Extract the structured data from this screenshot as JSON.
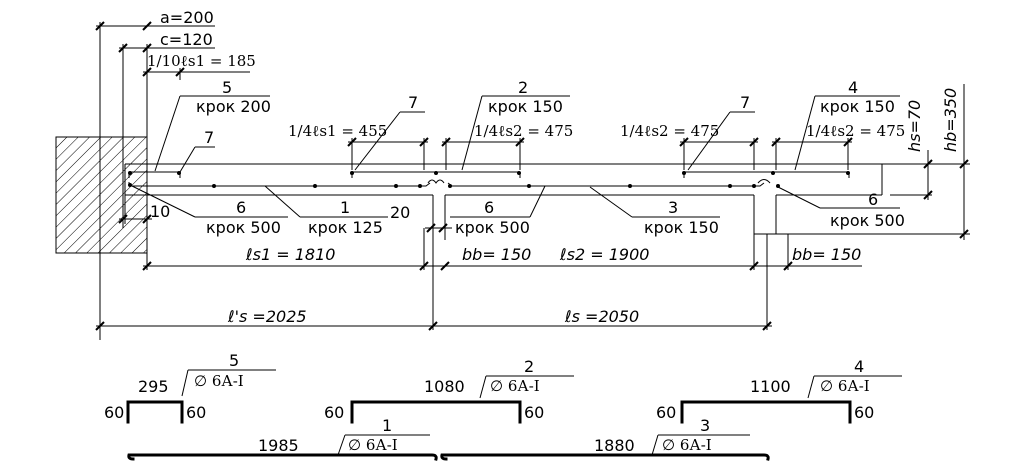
{
  "dims": {
    "a": "a=200",
    "c": "c=120",
    "frac_ls1": "1/10ℓs1 = 185",
    "quarter_ls1": "1/4ℓs1 = 455",
    "quarter_ls2_a": "1/4ℓs2 = 475",
    "quarter_ls2_b": "1/4ℓs2 = 475",
    "quarter_ls2_c": "1/4ℓs2 = 475",
    "ten": "10",
    "twenty": "20",
    "ls1_clear": "ℓs1 = 1810",
    "bb_1": "bb= 150",
    "ls2": "ℓs2 = 1900",
    "bb_2": "bb= 150",
    "ls_prime": "ℓ's =2025",
    "ls": "ℓs =2050",
    "hs": "hs=70",
    "hb": "hb=350"
  },
  "callouts": [
    {
      "num": "5",
      "step": "крок 200"
    },
    {
      "num": "7",
      "step": ""
    },
    {
      "num": "7",
      "step": ""
    },
    {
      "num": "2",
      "step": "крок 150"
    },
    {
      "num": "7",
      "step": ""
    },
    {
      "num": "4",
      "step": "крок 150"
    },
    {
      "num": "6",
      "step": "крок 500"
    },
    {
      "num": "1",
      "step": "крок 125"
    },
    {
      "num": "6",
      "step": "крок 500"
    },
    {
      "num": "3",
      "step": "крок 150"
    },
    {
      "num": "6",
      "step": "крок 500"
    }
  ],
  "bars": [
    {
      "num": "5",
      "spec": "∅ 6А-I",
      "length": "295",
      "leg_l": "60",
      "leg_r": "60"
    },
    {
      "num": "2",
      "spec": "∅ 6А-I",
      "length": "1080",
      "leg_l": "60",
      "leg_r": "60"
    },
    {
      "num": "4",
      "spec": "∅ 6А-I",
      "length": "1100",
      "leg_l": "60",
      "leg_r": "60"
    },
    {
      "num": "1",
      "spec": "∅ 6А-I",
      "length": "1985"
    },
    {
      "num": "3",
      "spec": "∅ 6А-I",
      "length": "1880"
    }
  ]
}
